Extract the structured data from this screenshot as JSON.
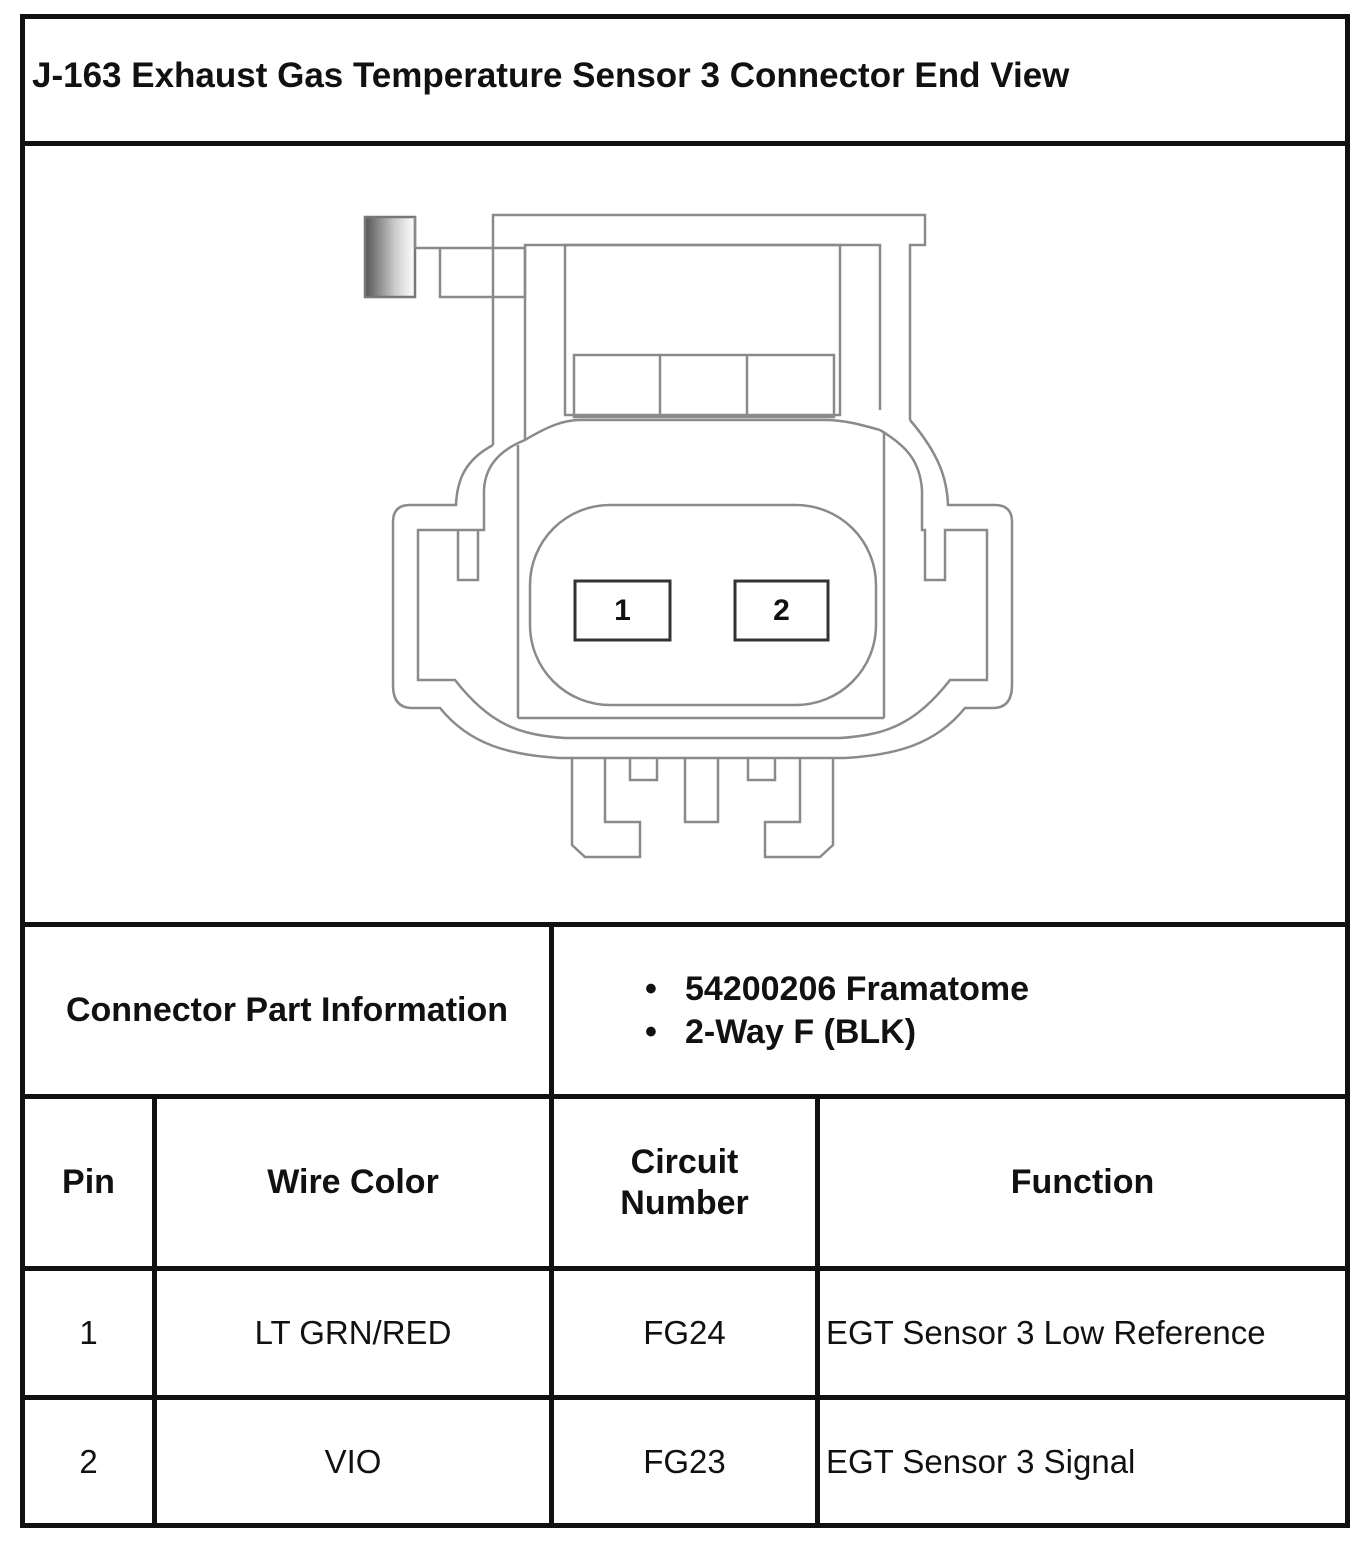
{
  "title": "J-163 Exhaust Gas Temperature Sensor 3 Connector End View",
  "connector_view": {
    "pin_labels": [
      "1",
      "2"
    ]
  },
  "part_info": {
    "label": "Connector Part Information",
    "items": [
      "54200206 Framatome",
      "2-Way F (BLK)"
    ]
  },
  "table": {
    "headers": {
      "pin": "Pin",
      "wire_color": "Wire Color",
      "circuit_line1": "Circuit",
      "circuit_line2": "Number",
      "function": "Function"
    },
    "rows": [
      {
        "pin": "1",
        "wire_color": "LT GRN/RED",
        "circuit": "FG24",
        "function": "EGT Sensor 3 Low Reference"
      },
      {
        "pin": "2",
        "wire_color": "VIO",
        "circuit": "FG23",
        "function": "EGT Sensor 3 Signal"
      }
    ]
  }
}
